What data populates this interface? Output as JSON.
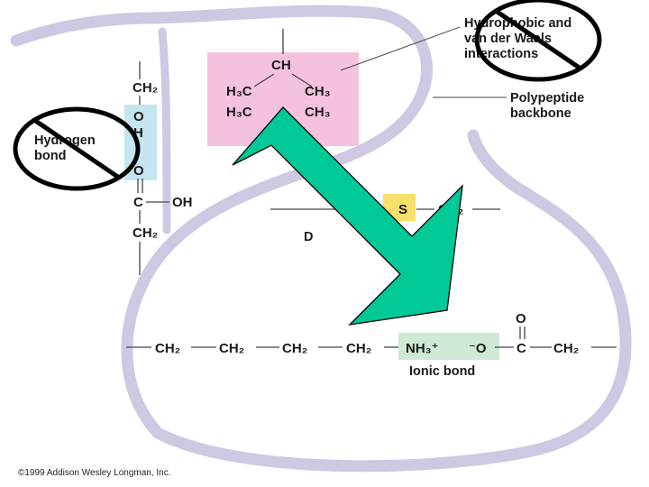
{
  "labels": {
    "hydrophobic_line1": "Hydrophobic and",
    "hydrophobic_line2": "van der Waals",
    "hydrophobic_line3": "interactions",
    "polypeptide_line1": "Polypeptide",
    "polypeptide_line2": "backbone",
    "hydrogen_line1": "Hydrogen",
    "hydrogen_line2": "bond",
    "ionic_bond": "Ionic bond",
    "disulfide_fragment": "D",
    "copyright": "©1999 Addison Wesley Longman, Inc."
  },
  "hydrophobic_group": {
    "top": "CH",
    "left_upper": "H₃C",
    "right_upper": "CH₃",
    "left_lower": "H₃C",
    "right_lower": "CH₃"
  },
  "hydrogen_bond_chain": {
    "top": "CH₂",
    "o1": "O",
    "h": "H",
    "o2": "O",
    "c": "C",
    "oh": "OH",
    "bottom": "CH₂"
  },
  "disulfide_chain": {
    "s": "S",
    "ch2": "CH₂"
  },
  "ionic_chain": {
    "ch2_1": "CH₂",
    "ch2_2": "CH₂",
    "ch2_3": "CH₂",
    "ch2_4": "CH₂",
    "nh3": "NH₃⁺",
    "o_minus": "⁻O",
    "c": "C",
    "o_top": "O",
    "ch2_end": "CH₂"
  },
  "colors": {
    "backbone": "#cfc8e3",
    "hydrophobic_box": "#f4c2de",
    "hbond_box": "#c4e6f1",
    "ionic_box": "#cfe9d5",
    "disulfide_box": "#f7df6a",
    "arrow_fill": "#00c896",
    "no_sign": "#000000"
  },
  "icons": [
    "no-sign-icon",
    "no-sign-icon",
    "down-right-arrow-icon"
  ]
}
